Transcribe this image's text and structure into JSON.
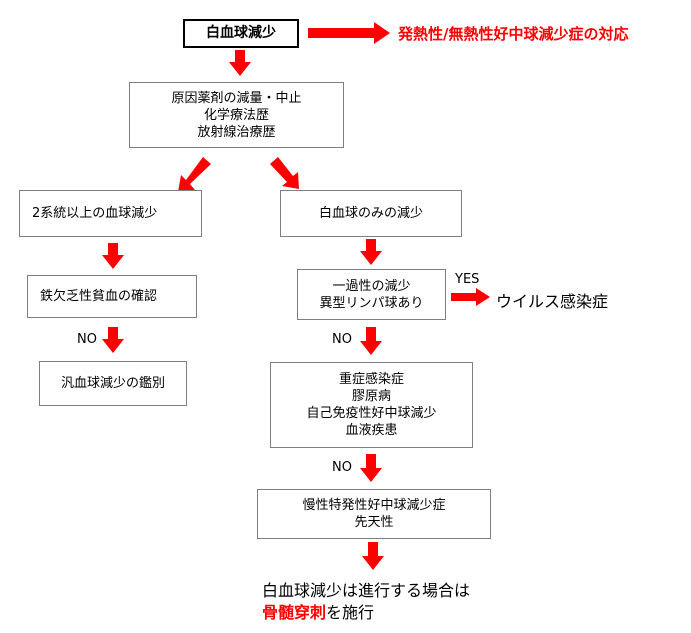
{
  "colors": {
    "accent": "#ff0000",
    "box_border": "#7f7f7f",
    "start_border": "#000000"
  },
  "start": {
    "label": "白血球減少"
  },
  "side_title": "発熱性/無熱性好中球減少症の対応",
  "step1": {
    "lines": [
      "原因薬剤の減量・中止",
      "化学療法歴",
      "放射線治療歴"
    ]
  },
  "left": {
    "b1": "2系統以上の血球減少",
    "b2": "鉄欠乏性貧血の確認",
    "no": "NO",
    "b3": "汎血球減少の鑑別"
  },
  "right": {
    "b1": "白血球のみの減少",
    "b2": {
      "lines": [
        "一過性の減少",
        "異型リンパ球あり"
      ]
    },
    "yes": "YES",
    "yes_result": "ウイルス感染症",
    "no1": "NO",
    "b3": {
      "lines": [
        "重症感染症",
        "膠原病",
        "自己免疫性好中球減少",
        "血液疾患"
      ]
    },
    "no2": "NO",
    "b4": {
      "lines": [
        "慢性特発性好中球減少症",
        "先天性"
      ]
    }
  },
  "final": {
    "line1": "白血球減少は進行する場合は",
    "line2_accent": "骨髄穿刺",
    "line2_rest": "を施行"
  }
}
